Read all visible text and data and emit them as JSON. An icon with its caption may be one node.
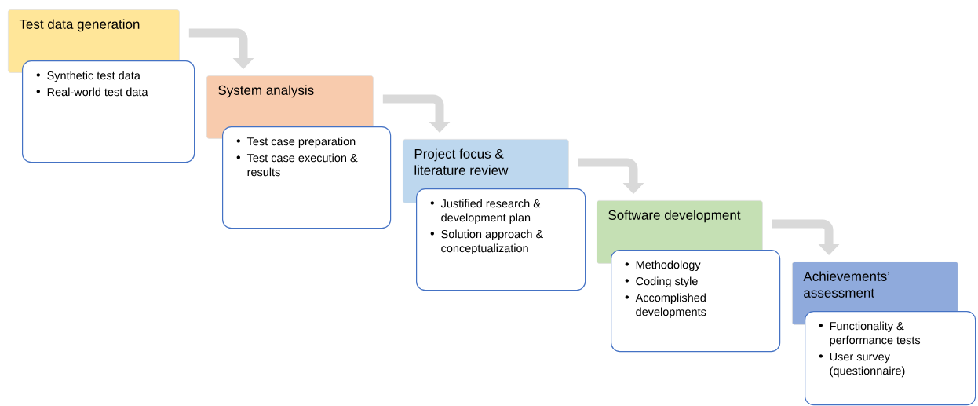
{
  "diagram": {
    "nodes": [
      {
        "text": [
          "Test data generation"
        ]
      },
      {
        "text": [
          "Synthetic test data",
          "Real-world test data"
        ]
      },
      {
        "text": [
          "System analysis"
        ]
      },
      {
        "text": [
          "Test case preparation",
          "Test case execution & results"
        ]
      },
      {
        "text": [
          "Project focus & literature review"
        ]
      },
      {
        "text": [
          "Justified research & development plan",
          "Solution approach & conceptualization"
        ]
      },
      {
        "text": [
          "Software development"
        ]
      },
      {
        "text": [
          "Methodology",
          "Coding style",
          "Accomplished developments"
        ]
      },
      {
        "text": [
          "Achievements’ assessment"
        ]
      },
      {
        "text": [
          "Functionality & performance tests",
          "User survey (questionnaire)"
        ]
      }
    ],
    "edges": [
      {
        "from": 0,
        "to": 2,
        "arrow": "to"
      },
      {
        "from": 2,
        "to": 4,
        "arrow": "to"
      },
      {
        "from": 4,
        "to": 6,
        "arrow": "to"
      },
      {
        "from": 6,
        "to": 8,
        "arrow": "to"
      }
    ]
  }
}
